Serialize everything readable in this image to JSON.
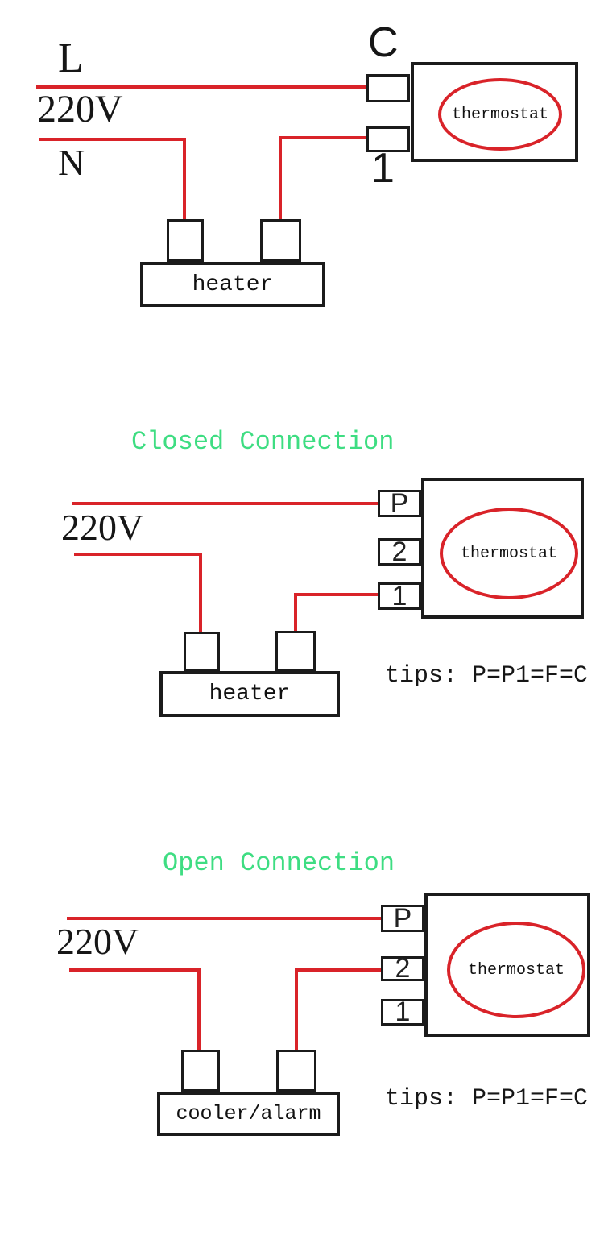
{
  "colors": {
    "wire_red": "#d92329",
    "accent_green": "#3edd82",
    "line_black": "#1b1b1b",
    "background": "#ffffff"
  },
  "diagram1": {
    "label_l": "L",
    "label_220v": "220V",
    "label_n": "N",
    "terminal_c": "C",
    "terminal_1": "1",
    "thermostat": "thermostat",
    "load": "heater"
  },
  "diagram2": {
    "title": "Closed Connection",
    "label_220v": "220V",
    "terminal_p": "P",
    "terminal_2": "2",
    "terminal_1": "1",
    "thermostat": "thermostat",
    "load": "heater",
    "tips": "tips: P=P1=F=C"
  },
  "diagram3": {
    "title": "Open Connection",
    "label_220v": "220V",
    "terminal_p": "P",
    "terminal_2": "2",
    "terminal_1": "1",
    "thermostat": "thermostat",
    "load": "cooler/alarm",
    "tips": "tips: P=P1=F=C"
  }
}
